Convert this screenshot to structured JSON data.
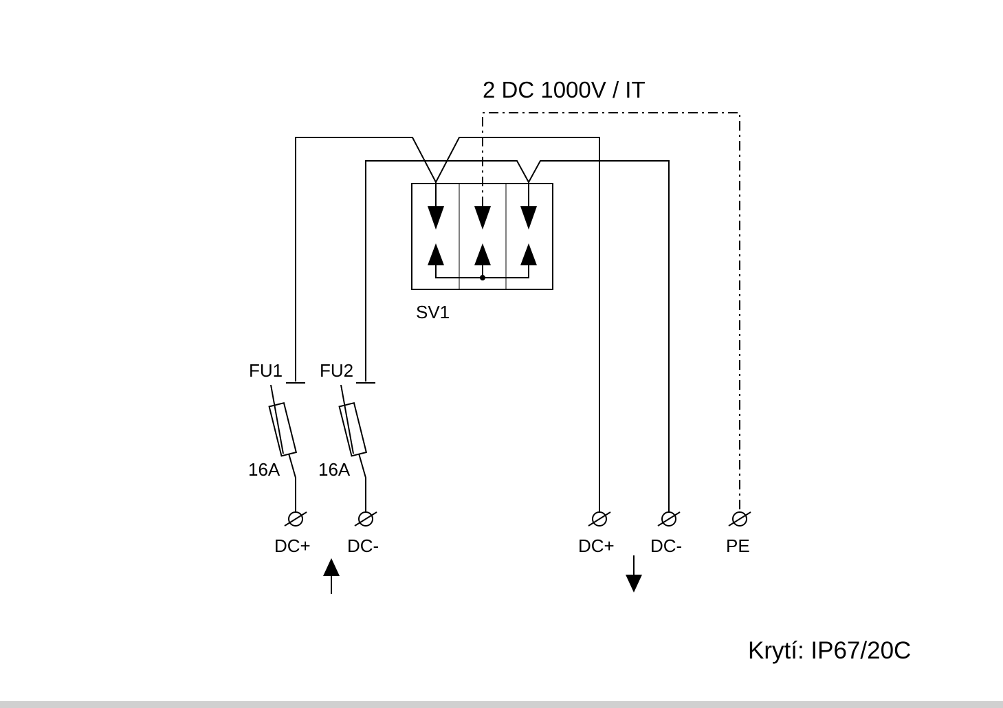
{
  "title": "2 DC 1000V / IT",
  "protection": "Krytí: IP67/20C",
  "surge_protector": {
    "label": "SV1"
  },
  "fuses": [
    {
      "label": "FU1",
      "rating": "16A"
    },
    {
      "label": "FU2",
      "rating": "16A"
    }
  ],
  "input_terminals": [
    {
      "label": "DC+"
    },
    {
      "label": "DC-"
    }
  ],
  "output_terminals": [
    {
      "label": "DC+"
    },
    {
      "label": "DC-"
    },
    {
      "label": "PE"
    }
  ],
  "colors": {
    "line": "#000000",
    "background": "#ffffff",
    "bar": "#d0d0d0"
  }
}
